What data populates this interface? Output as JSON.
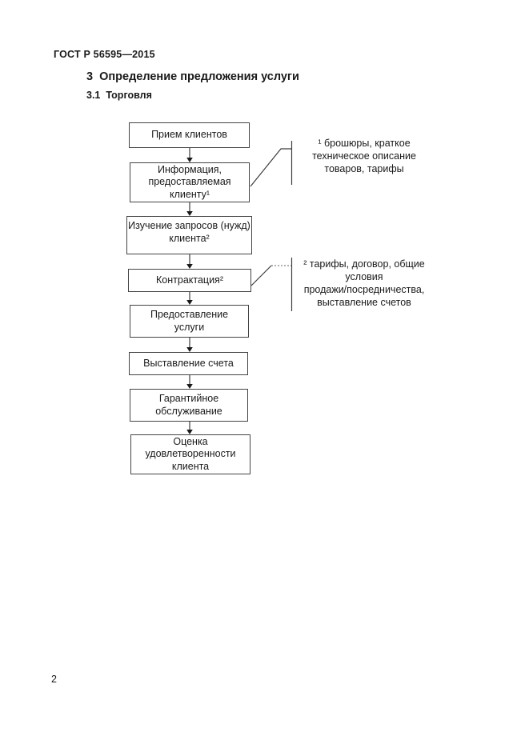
{
  "page": {
    "doc_number": "ГОСТ Р 56595—2015",
    "section_heading": "3  Определение предложения услуги",
    "subsection_heading": "3.1  Торговля",
    "page_number": "2"
  },
  "flowchart": {
    "boxes": [
      {
        "label": "Прием клиентов"
      },
      {
        "label": "Информация,\nпредоставляемая\nклиенту¹"
      },
      {
        "label": "Изучение запросов (нужд)\nклиента²"
      },
      {
        "label": "Контрактация²"
      },
      {
        "label": "Предоставление\nуслуги"
      },
      {
        "label": "Выставление счета"
      },
      {
        "label": "Гарантийное\nобслуживание"
      },
      {
        "label": "Оценка\nудовлетворенности\nклиента"
      }
    ],
    "footnotes": [
      {
        "text": "¹ брошюры, краткое\nтехническое описание\nтоваров, тарифы"
      },
      {
        "text": "² тарифы, договор, общие\nусловия\nпродажи/посредничества,\nвыставление счетов"
      }
    ]
  },
  "colors": {
    "box_border": "#444444",
    "line": "#3d3d3d",
    "text": "#1a1a1a",
    "background": "#ffffff"
  }
}
